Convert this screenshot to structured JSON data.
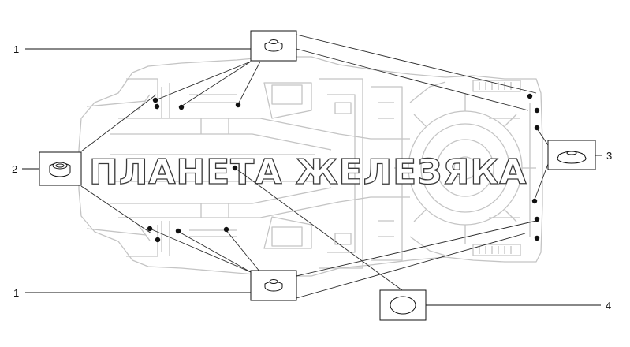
{
  "callouts": {
    "top_left": "1",
    "left": "2",
    "right": "3",
    "bottom_left": "1",
    "bottom_right": "4"
  },
  "watermark": "ПЛАНЕТА ЖЕЛЕЗЯКА",
  "colors": {
    "background": "#ffffff",
    "line": "#111111",
    "leader": "#2a2a2a",
    "floor_outline": "#bdbdbd"
  },
  "icons": {
    "part_1": "grommet-plug-small-icon",
    "part_2": "grommet-plug-tall-icon",
    "part_3": "grommet-plug-wide-icon",
    "part_4": "flat-disc-plug-icon"
  }
}
